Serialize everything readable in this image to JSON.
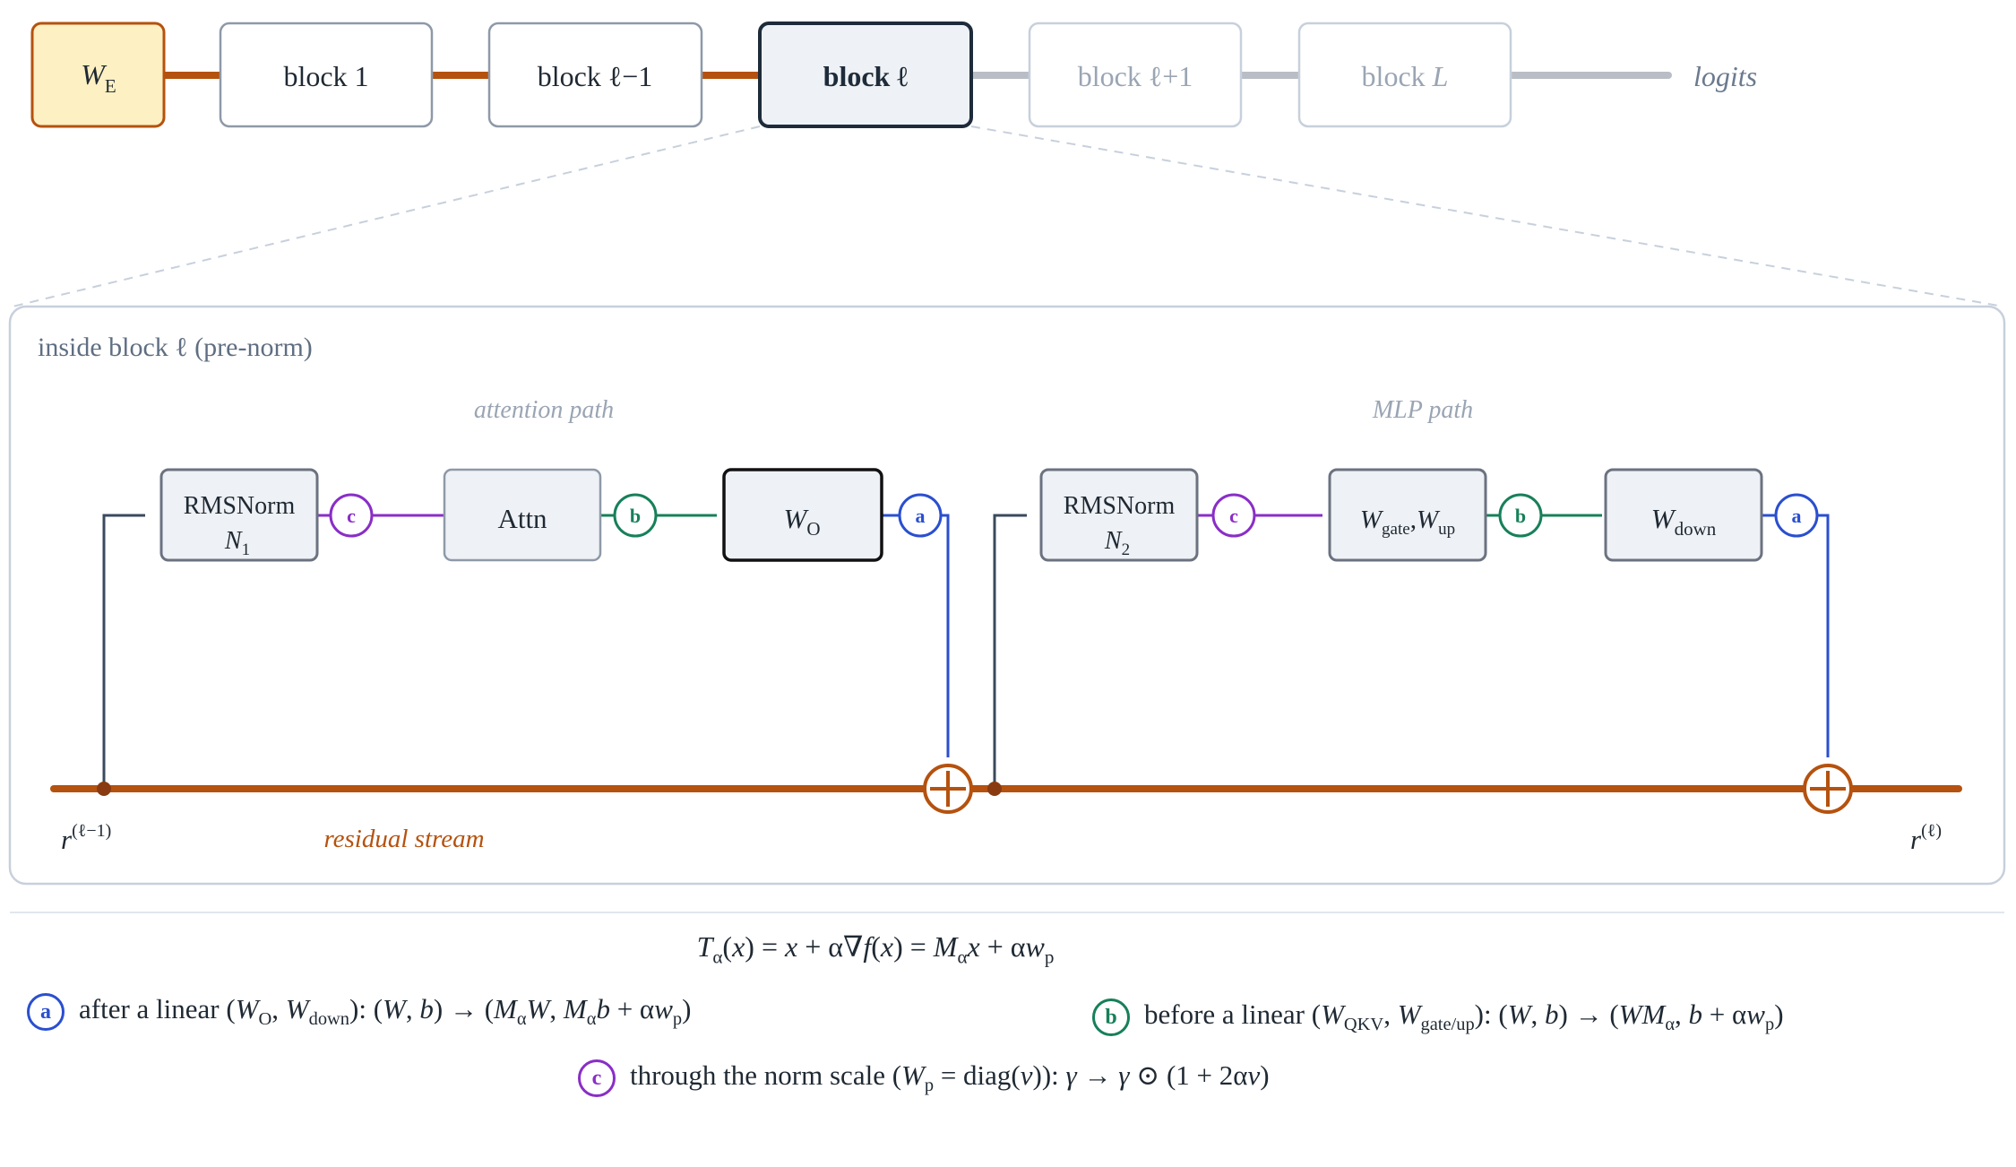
{
  "colors": {
    "residual": "#b5520f",
    "embed_fill": "#fdf0c2",
    "inactive": "#b9bec6",
    "box_border": "#6b7280",
    "box_fill": "#eef1f5",
    "frame": "#c7d0dc",
    "muted_text": "#8b98aa",
    "point_a": "#2a4fd0",
    "point_b": "#17805a",
    "point_c": "#8a2ec7",
    "dark": "#1e2b3a"
  },
  "top_chain": {
    "embed": {
      "base": "W",
      "sub": "E"
    },
    "block1": "block 1",
    "block_prev": "block ℓ−1",
    "block_cur": "block ℓ",
    "block_next": "block ℓ+1",
    "block_last_prefix": "block ",
    "block_last_var": "L",
    "logits": "logits"
  },
  "inside": {
    "title": "inside block ℓ (pre-norm)",
    "attention_path_label": "attention path",
    "mlp_path_label": "MLP path",
    "norm1": {
      "name": "RMSNorm",
      "var": "N",
      "sub": "1"
    },
    "attn": "Attn",
    "wo": {
      "base": "W",
      "sub": "O"
    },
    "norm2": {
      "name": "RMSNorm",
      "var": "N",
      "sub": "2"
    },
    "wgu": {
      "base1": "W",
      "sub1": "gate",
      "sep": ",",
      "base2": "W",
      "sub2": "up"
    },
    "wdown": {
      "base": "W",
      "sub": "down"
    },
    "residual_label": "residual stream",
    "r_in": {
      "base": "r",
      "sup": "(ℓ−1)"
    },
    "r_out": {
      "base": "r",
      "sup": "(ℓ)"
    },
    "badge_a": "a",
    "badge_b": "b",
    "badge_c": "c"
  },
  "formula": {
    "T": "T",
    "T_sub": "α",
    "p1": "(",
    "x1": "x",
    "p2": ") = ",
    "x2": "x",
    "p3": " + α∇",
    "f": "f",
    "p4": "(",
    "x3": "x",
    "p5": ") = ",
    "M": "M",
    "M_sub": "α",
    "x4": "x",
    "p6": " + α",
    "w": "w",
    "w_sub": "p"
  },
  "legend_a": {
    "badge": "a",
    "t1": "after a linear (",
    "W1": "W",
    "W1_sub": "O",
    "t2": ", ",
    "W2": "W",
    "W2_sub": "down",
    "t3": "):  (",
    "W3": "W",
    "t4": ", ",
    "b1": "b",
    "t5": ") → (",
    "M1": "M",
    "M1_sub": "α",
    "W4": "W",
    "t6": ", ",
    "M2": "M",
    "M2_sub": "α",
    "b2": "b",
    "t7": " + α",
    "w": "w",
    "w_sub": "p",
    "t8": ")"
  },
  "legend_b": {
    "badge": "b",
    "t1": "before a linear (",
    "W1": "W",
    "W1_sub": "QKV",
    "t2": ", ",
    "W2": "W",
    "W2_sub": "gate/up",
    "t3": "):  (",
    "W3": "W",
    "t4": ", ",
    "b1": "b",
    "t5": ") → (",
    "W4": "W",
    "M1": "M",
    "M1_sub": "α",
    "t6": ", ",
    "b2": "b",
    "t7": " + α",
    "w": "w",
    "w_sub": "p",
    "t8": ")"
  },
  "legend_c": {
    "badge": "c",
    "t1": "through the norm scale (",
    "W1": "W",
    "W1_sub": "p",
    "t2": " = diag(",
    "v1": "v",
    "t3": ")):  ",
    "g1": "γ",
    "t4": " → ",
    "g2": "γ",
    "t5": " ⊙ (1 + 2α",
    "v2": "v",
    "t6": ")"
  }
}
